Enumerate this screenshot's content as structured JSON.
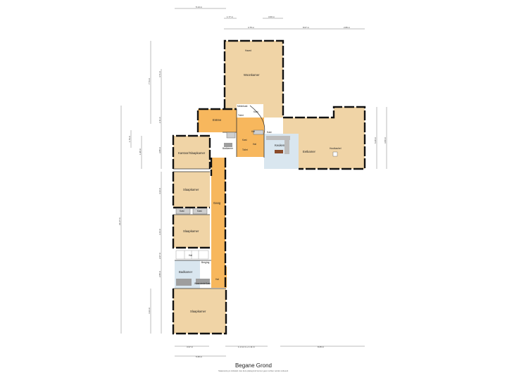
{
  "colors": {
    "room_fill": "#f0d4a6",
    "hall_fill": "#f7b75d",
    "wet_fill": "#d9e6ef",
    "wall": "#111111",
    "dim_line": "#555555"
  },
  "rooms": {
    "woonkamer": "Woonkamer",
    "entree": "Entree",
    "toilet_top": "Toilet",
    "kast_top": "Kast",
    "meterkast": "Meterkast",
    "hal_top": "Hal",
    "kast_mid": "Kast",
    "kast_kitchen": "Kast",
    "badkamer_top": "Badkamer",
    "toilet_mid": "Toilet",
    "keuken": "Keuken",
    "eetkamer": "Eetkamer",
    "kantoor": "Kantoor/Slaapkamer",
    "slaapkamer1": "Slaapkamer",
    "kast_l1": "Kast",
    "kast_l2": "Kast",
    "slaapkamer2": "Slaapkamer",
    "gang": "Gang",
    "hal_low": "Hal",
    "berging": "Berging",
    "badkamer_low": "Badkamer",
    "wasruimte": "Wasruimte",
    "kast_low": "Kast",
    "hal_bottom": "Hal",
    "slaapkamer3": "Slaapkamer",
    "haard": "Haard",
    "houtkachel": "Houtkachel"
  },
  "dimensions": {
    "top_total": "5.14 m",
    "top_a": "1.77 m",
    "top_b": "3.60 m",
    "top_c": "3.75 m",
    "top_d": "8.07 m",
    "top_e": "2.89 m",
    "left_total": "22.27 m",
    "left_a": "7.73 m",
    "left_b": "4.71 m",
    "left_c": "2.11 m",
    "left_d": "1.76 m",
    "left_e": "1.98 m",
    "left_f": "3.88 m",
    "left_g": "4.34 m",
    "left_h": "3.44 m",
    "left_i": "2.07 m",
    "left_j": "2.88 m",
    "left_k": "4.33 m",
    "right_a": "6.28 m",
    "right_b": "3.80 m",
    "bottom_a": "3.37 m",
    "bottom_b": "1.1 11 m + 1 11 m",
    "bottom_c": "8.45 m",
    "bottom_total": "5.35 m"
  },
  "footer": {
    "title": "Begane Grond",
    "disclaimer": "Maatvoering is indicatief. Aan deze plattegrond kunnen geen rechten worden ontleend."
  }
}
